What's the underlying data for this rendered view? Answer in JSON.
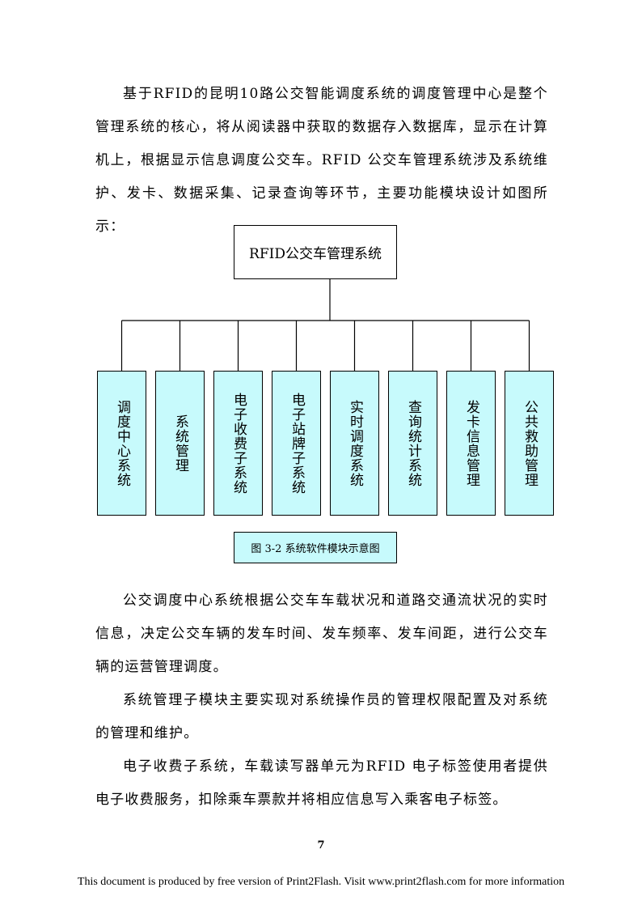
{
  "paragraphs": [
    "基于RFID的昆明10路公交智能调度系统的调度管理中心是整个管理系统的核心，将从阅读器中获取的数据存入数据库，显示在计算机上，根据显示信息调度公交车。RFID 公交车管理系统涉及系统维护、发卡、数据采集、记录查询等环节，主要功能模块设计如图所示：",
    "公交调度中心系统根据公交车车载状况和道路交通流状况的实时信息，决定公交车辆的发车时间、发车频率、发车间距，进行公交车辆的运营管理调度。",
    "系统管理子模块主要实现对系统操作员的管理权限配置及对系统的管理和维护。",
    "电子收费子系统，车载读写器单元为RFID 电子标签使用者提供电子收费服务，扣除乘车票款并将相应信息写入乘客电子标签。"
  ],
  "diagram": {
    "root": "RFID公交车管理系统",
    "modules": [
      "调度中心系统",
      "系统管理",
      "电子收费子系统",
      "电子站牌子系统",
      "实时调度系统",
      "查询统计系统",
      "发卡信息管理",
      "公共救助管理"
    ],
    "caption": "图 3-2  系统软件模块示意图",
    "colors": {
      "module_fill": "#c7fafc",
      "line": "#000000"
    }
  },
  "page_number": "7",
  "footer": "This document is produced by free version of Print2Flash. Visit www.print2flash.com for more information"
}
